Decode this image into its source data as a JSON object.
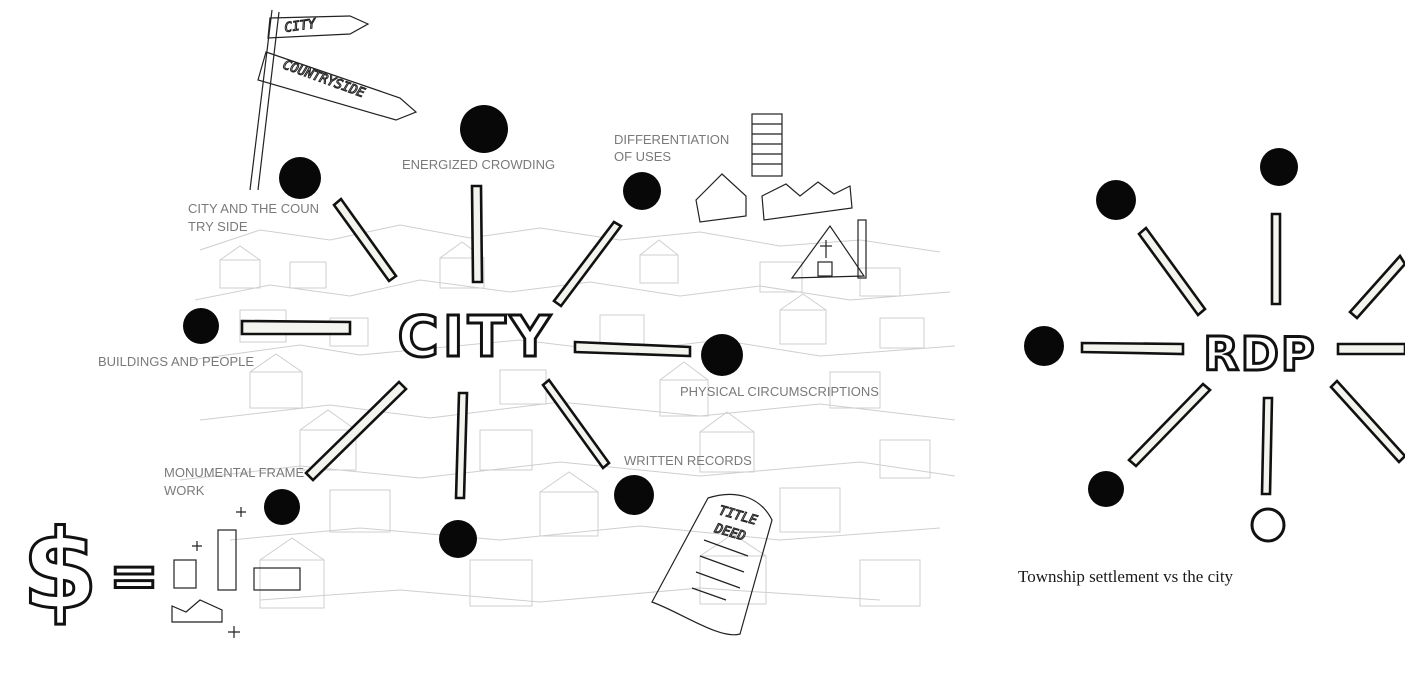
{
  "left_diagram": {
    "center_label": "CITY",
    "signpost": {
      "top_sign": "CITY",
      "bottom_sign": "COUNTRYSIDE"
    },
    "attributes": [
      {
        "key": "energized",
        "label_lines": [
          "ENERGIZED CROWDING"
        ]
      },
      {
        "key": "differentiation",
        "label_lines": [
          "DIFFERENTIATION",
          "OF USES"
        ]
      },
      {
        "key": "countryside",
        "label_lines": [
          "CITY AND THE COUN",
          "TRY SIDE"
        ]
      },
      {
        "key": "buildings",
        "label_lines": [
          "BUILDINGS AND PEOPLE"
        ]
      },
      {
        "key": "physical",
        "label_lines": [
          "PHYSICAL CIRCUMSCRIPTIONS"
        ]
      },
      {
        "key": "monumental",
        "label_lines": [
          "MONUMENTAL FRAME",
          "WORK"
        ]
      },
      {
        "key": "written",
        "label_lines": [
          "WRITTEN RECORDS"
        ]
      }
    ],
    "title_deed": {
      "line1": "TITLE",
      "line2": "DEED"
    },
    "dollar_sign": "$",
    "equals_sign": "="
  },
  "right_diagram": {
    "center_label": "RDP",
    "caption": "Township settlement vs the city"
  }
}
